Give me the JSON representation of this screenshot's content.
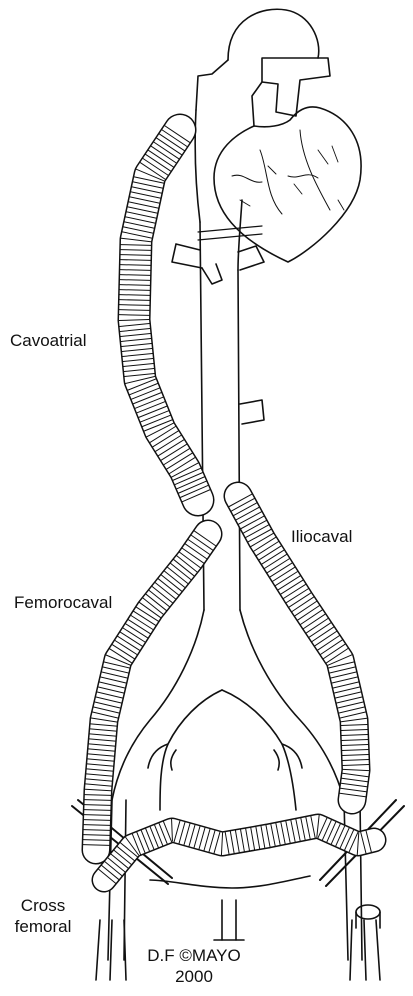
{
  "labels": {
    "cavoatrial": "Cavoatrial",
    "iliocaval": "Iliocaval",
    "femorocaval": "Femorocaval",
    "cross_femoral_line1": "Cross",
    "cross_femoral_line2": "femoral"
  },
  "credit": {
    "line1": "D.F ©MAYO",
    "line2": "2000"
  },
  "colors": {
    "ink": "#111111",
    "background": "#ffffff",
    "graft_fill": "#ffffff"
  }
}
